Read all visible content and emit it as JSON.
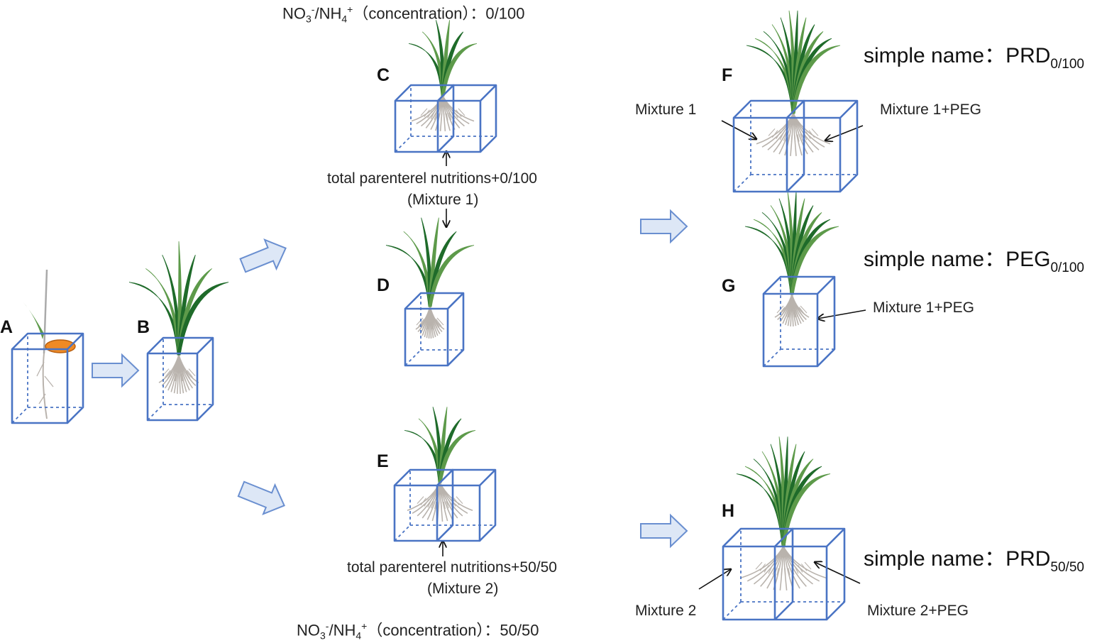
{
  "panels": {
    "A": "A",
    "B": "B",
    "C": "C",
    "D": "D",
    "E": "E",
    "F": "F",
    "G": "G",
    "H": "H"
  },
  "concentration": {
    "top": {
      "no3": "NO",
      "no3_sub": "3",
      "no3_sup": "-",
      "nh4": "/NH",
      "nh4_sub": "4",
      "nh4_sup": "+",
      "rest": "（concentration）：0/100"
    },
    "bottom": {
      "no3": "NO",
      "no3_sub": "3",
      "no3_sup": "-",
      "nh4": "/NH",
      "nh4_sub": "4",
      "nh4_sup": "+",
      "rest": "（concentration）：50/50"
    }
  },
  "nutrition": {
    "mix1_line1": "total parenterel nutritions+0/100",
    "mix1_line2": "(Mixture 1)",
    "mix2_line1": "total parenterel nutritions+50/50",
    "mix2_line2": "(Mixture 2)"
  },
  "labels": {
    "f_left": "Mixture 1",
    "f_right": "Mixture 1+PEG",
    "g_right": "Mixture 1+PEG",
    "h_left": "Mixture 2",
    "h_right": "Mixture 2+PEG"
  },
  "simple_names": {
    "prefix": "simple name：",
    "f": {
      "base": "PRD",
      "sub": "0/100"
    },
    "g": {
      "base": "PEG",
      "sub": "0/100"
    },
    "h": {
      "base": "PRD",
      "sub": "50/50"
    }
  },
  "colors": {
    "box": "#4a74c4",
    "arrow_fill": "#dde7f6",
    "arrow_stroke": "#6a8fd0",
    "leaf_dark": "#1f6b2a",
    "leaf_light": "#5d9a4a",
    "root": "#b9b3ad",
    "seed": "#f08a24"
  }
}
